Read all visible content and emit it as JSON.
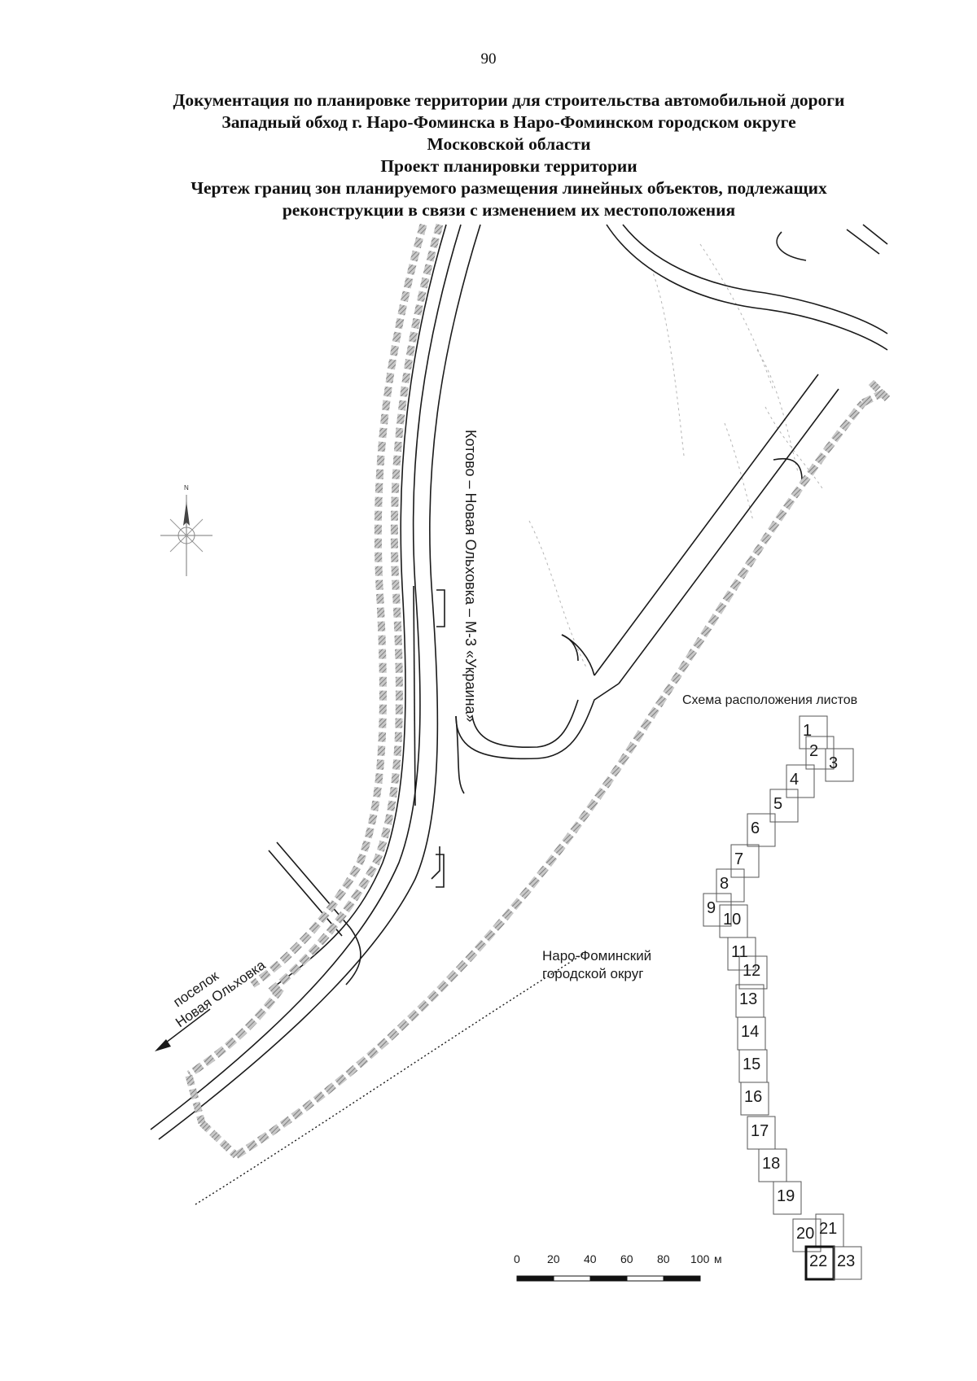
{
  "page_number": "90",
  "title_lines": [
    "Документация по планировке территории для строительства автомобильной дороги",
    "Западный обход г. Наро-Фоминска в Наро-Фоминском городском округе",
    "Московской области",
    "Проект планировки территории",
    "Чертеж границ зон планируемого размещения линейных объектов, подлежащих",
    "реконструкции в связи с изменением их местоположения"
  ],
  "map": {
    "road_label": "Котово – Новая Ольховка – М-3 «Украина»",
    "settlement_label_line1": "поселок",
    "settlement_label_line2": "Новая Ольховка",
    "district_label_line1": "Наро-Фоминский",
    "district_label_line2": "городской округ",
    "north_label": "N"
  },
  "sheet_scheme": {
    "title": "Схема расположения листов",
    "sheets": [
      "1",
      "2",
      "3",
      "4",
      "5",
      "6",
      "7",
      "8",
      "9",
      "10",
      "11",
      "12",
      "13",
      "14",
      "15",
      "16",
      "17",
      "18",
      "19",
      "20",
      "21",
      "22",
      "23"
    ],
    "current_sheet": "22"
  },
  "scale_bar": {
    "ticks": [
      "0",
      "20",
      "40",
      "60",
      "80",
      "100"
    ],
    "unit": "м"
  },
  "colors": {
    "ink": "#1a1a1a",
    "boundary_hatch": "#8a8a8a",
    "relief": "#b5b5b5"
  }
}
